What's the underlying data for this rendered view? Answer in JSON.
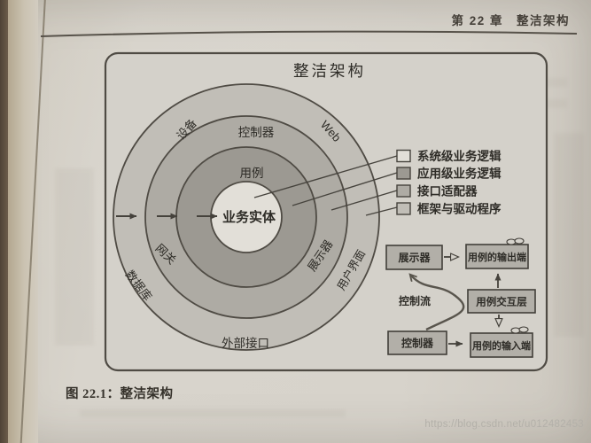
{
  "page": {
    "header": "第 22 章　整洁架构",
    "caption": "图 22.1：整洁架构",
    "watermark": "https://blog.csdn.net/u012482453"
  },
  "diagram": {
    "title": "整洁架构",
    "rings": {
      "entities": "业务实体",
      "use_cases": "用例",
      "controllers": "控制器",
      "devices": "设备",
      "web": "Web",
      "gateways": "网关",
      "database": "数据库",
      "presenters": "展示器",
      "ui": "用户界面",
      "external_interfaces": "外部接口"
    },
    "legend": {
      "items": [
        {
          "label": "系统级业务逻辑",
          "color": "#e2dfd8"
        },
        {
          "label": "应用级业务逻辑",
          "color": "#9c9992"
        },
        {
          "label": "接口适配器",
          "color": "#aeaba4"
        },
        {
          "label": "框架与驱动程序",
          "color": "#c1beb7"
        }
      ]
    },
    "flow": {
      "presenter": "展示器",
      "output_port": "用例的输出端",
      "interactor": "用例交互层",
      "controller": "控制器",
      "input_port": "用例的输入端",
      "control_flow_label": "控制流"
    },
    "colors": {
      "ring_frameworks": "#c1beb7",
      "ring_adapters": "#aeaba4",
      "ring_use_cases": "#9c9992",
      "ring_entities": "#e2dfd8",
      "flow_box_fill": "#b2afa8",
      "line": "#45423c"
    }
  }
}
